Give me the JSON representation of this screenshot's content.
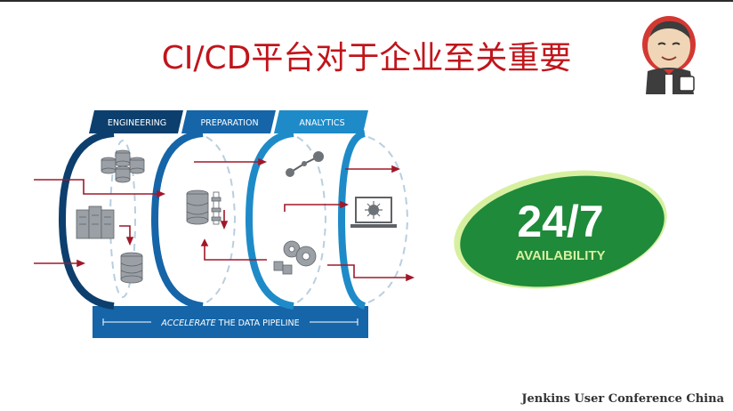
{
  "slide": {
    "title": "CI/CD平台对于企业至关重要",
    "footer": "Jenkins User Conference China"
  },
  "pipeline": {
    "stages": [
      {
        "label": "ENGINEERING"
      },
      {
        "label": "PREPARATION"
      },
      {
        "label": "ANALYTICS"
      }
    ],
    "banner_em": "ACCELERATE",
    "banner_rest": " THE DATA PIPELINE"
  },
  "availability": {
    "big": "24/7",
    "small": "AVAILABILITY"
  },
  "colors": {
    "title_red": "#c0151b",
    "dark_blue": "#0c3f6d",
    "mid_blue": "#1565a8",
    "light_blue": "#1e8bc8",
    "arrow_red": "#a0182a",
    "green": "#1e8a3a"
  },
  "icons": [
    "database-icon",
    "server-icon",
    "network-icon",
    "gear-icon",
    "monitor-icon",
    "jenkins-logo"
  ]
}
